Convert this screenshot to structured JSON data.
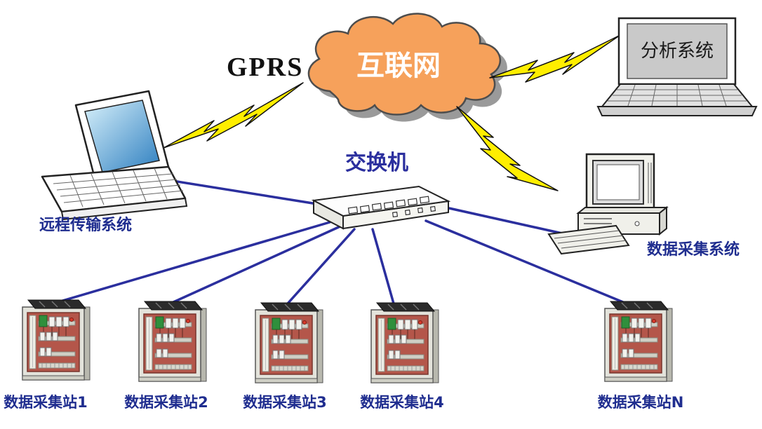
{
  "diagram": {
    "internet_label": "互联网",
    "gprs_label": "GPRS",
    "switch_label": "交换机",
    "remote_system_label": "远程传输系统",
    "analysis_system_label": "分析系统",
    "daq_system_label": "数据采集系统",
    "stations": [
      {
        "label": "数据采集站1"
      },
      {
        "label": "数据采集站2"
      },
      {
        "label": "数据采集站3"
      },
      {
        "label": "数据采集站4"
      },
      {
        "label": "数据采集站N"
      }
    ],
    "colors": {
      "cloud_fill": "#F6A15B",
      "cloud_shadow": "#9a9a9a",
      "line_blue": "#2B2F9E",
      "label_blue": "#1F2D8F",
      "bolt_yellow": "#FFEE00",
      "cabinet_panel": "#B4564A"
    }
  }
}
